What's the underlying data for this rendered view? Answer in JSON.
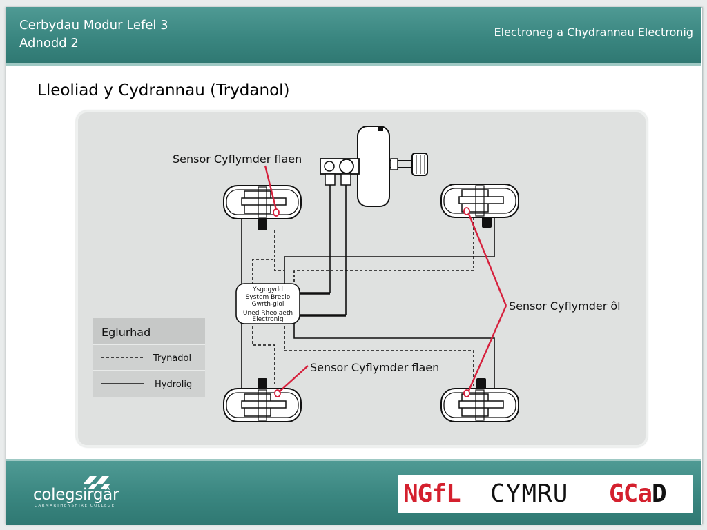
{
  "header": {
    "course_line1": "Cerbydau Modur Lefel 3",
    "course_line2": "Adnodd 2",
    "subject": "Electroneg a Chydrannau Electronig"
  },
  "slide": {
    "title": "Lleoliad y Cydrannau (Trydanol)"
  },
  "diagram": {
    "label_front_sensor_top": "Sensor Cyflymder flaen",
    "label_front_sensor_bottom": "Sensor Cyflymder flaen",
    "label_rear_sensor": "Sensor Cyflymder ôl",
    "ecu_lines": [
      "Ysgogydd",
      "System Brecio",
      "Gwrth-gloi",
      "Uned Rheolaeth",
      "Electronig"
    ],
    "legend": {
      "title": "Eglurhad",
      "electrical_label": "Trynadol",
      "hydraulic_label": "Hydrolig"
    },
    "colors": {
      "sensor_line": "#d6203c",
      "wiring": "#111111",
      "panel": "#dfe1e0"
    }
  },
  "footer": {
    "college_name": "colegsirgâr",
    "college_tagline": "CARMARTHENSHIRE COLLEGE",
    "logo_ngfl": "NGfL",
    "logo_cymru": "CYMRU",
    "logo_gca": "GCa",
    "logo_d": "D"
  }
}
